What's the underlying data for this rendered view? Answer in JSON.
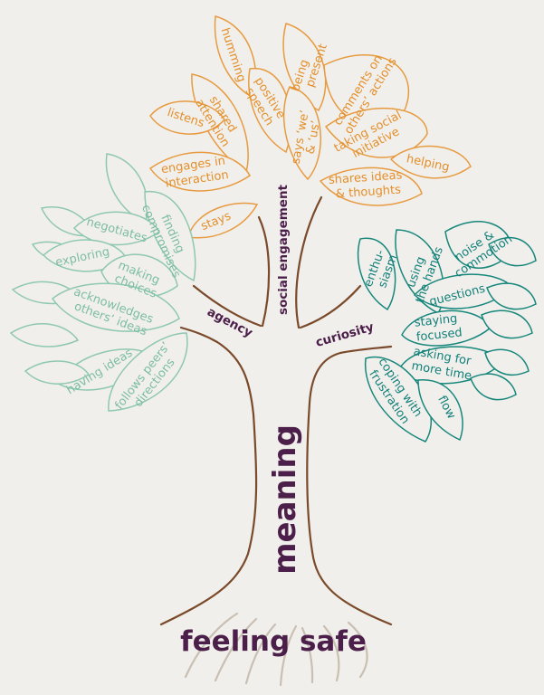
{
  "title": "feeling safe",
  "trunk_label": "meaning",
  "branches": {
    "social_engagement": "social engagement",
    "agency": "agency",
    "curiosity": "curiosity"
  },
  "social_engagement_leaves": {
    "humming": "humming",
    "being_present": [
      "being",
      "present"
    ],
    "positive_speech": [
      "positive",
      "speech"
    ],
    "shared_attention": [
      "shared",
      "attention"
    ],
    "listens": "listens",
    "says_we_us": [
      "says ‘we’",
      "& ‘us’"
    ],
    "comments_on_others_actions": [
      "comments on",
      "others’ actions"
    ],
    "taking_social_initiative": [
      "taking social",
      "initiative"
    ],
    "engages_in_interaction": [
      "engages in",
      "interaction"
    ],
    "helping": "helping",
    "shares_ideas_thoughts": [
      "shares ideas",
      "& thoughts"
    ],
    "stays": "stays"
  },
  "agency_leaves": {
    "finding_compromises": [
      "finding",
      "compromises"
    ],
    "negotiates": "negotiates",
    "exploring": "exploring",
    "making_choices": [
      "making",
      "choices"
    ],
    "acknowledges_others_ideas": [
      "acknowledges",
      "others’ ideas"
    ],
    "having_ideas": "having ideas",
    "follows_peers_directions": [
      "follows peers’",
      "directions"
    ]
  },
  "curiosity_leaves": {
    "enthusiasm": [
      "enthu-",
      "siasm"
    ],
    "using_the_hands": [
      "using",
      "the hands"
    ],
    "noise_commotion": [
      "noise &",
      "commotion"
    ],
    "questions": "questions",
    "staying_focused": [
      "staying",
      "focused"
    ],
    "asking_for_more_time": [
      "asking for",
      "more time"
    ],
    "coping_with_frustration": [
      "coping with",
      "frustration"
    ],
    "flow": "flow"
  },
  "colors": {
    "background": "#f1efeb",
    "social_engagement": "#e79b40",
    "agency": "#8ec7b2",
    "curiosity": "#17877c",
    "trunk": "#7a4a2b",
    "roots": "#c9bfb3",
    "labels": "#4b1f4a"
  }
}
